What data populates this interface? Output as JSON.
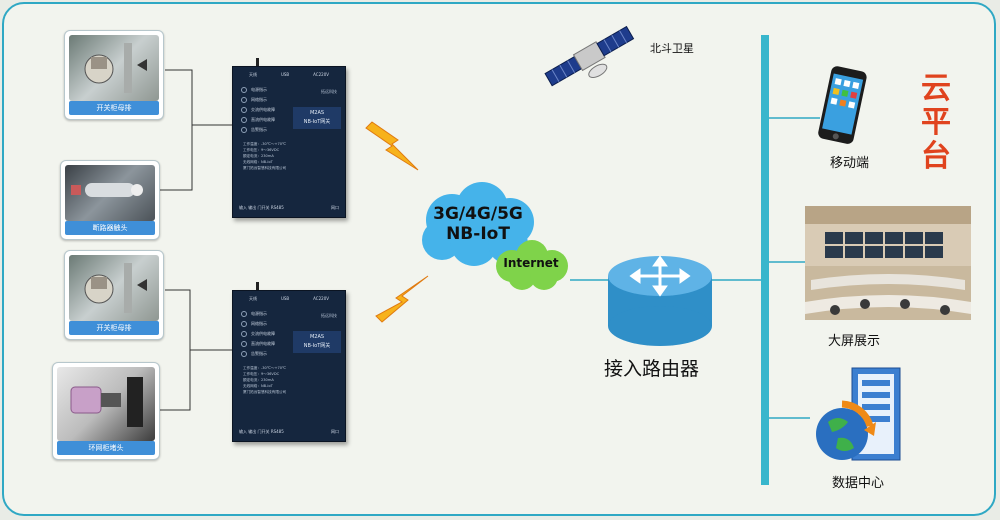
{
  "cards": [
    {
      "caption": "开关柜母排"
    },
    {
      "caption": "断路器触头"
    },
    {
      "caption": "开关柜母排"
    },
    {
      "caption": "环网柜堵头"
    }
  ],
  "devices": [
    {
      "top_labels": [
        "天线",
        "USB",
        "AC220V"
      ],
      "leds": [
        "电源指示",
        "网络指示",
        "交流供电故障",
        "直流供电故障",
        "告警指示"
      ],
      "brand": "拓远科技",
      "model_line1": "M2AS",
      "model_line2": "NB-IoT网关",
      "specs": [
        "工作温度：-30℃～+70℃",
        "工作电压：9～36VDC",
        "额定电流：230mA",
        "无线网络：NB-IoT",
        "厦门拓远智慧科技有限公司"
      ],
      "bottom_left": "输入  输出  门开关 RS485",
      "bottom_right": "网口"
    },
    {
      "top_labels": [
        "天线",
        "USB",
        "AC220V"
      ],
      "leds": [
        "电源指示",
        "网络指示",
        "交流供电故障",
        "直流供电故障",
        "告警指示"
      ],
      "brand": "拓远科技",
      "model_line1": "M2AS",
      "model_line2": "NB-IoT网关",
      "specs": [
        "工作温度：-30℃～+70℃",
        "工作电压：9～36VDC",
        "额定电流：230mA",
        "无线网络：NB-IoT",
        "厦门拓远智慧科技有限公司"
      ],
      "bottom_left": "输入  输出  门开关 RS485",
      "bottom_right": "网口"
    }
  ],
  "satellite_label": "北斗卫星",
  "cloud_main": {
    "line1": "3G/4G/5G",
    "line2": "NB-IoT"
  },
  "cloud_internet": "Internet",
  "router_label": "接入路由器",
  "cloud_platform": "云平台",
  "mobile_label": "移动端",
  "display_label": "大屏展示",
  "datacenter_label": "数据中心",
  "colors": {
    "bus": "#38b6cc",
    "frame": "#2fa8c4",
    "caption_bg": "#3f8fd8",
    "cloud_green": "#7fd34a",
    "cloud_blue": "#45b3ea",
    "platform_red": "#e0431e",
    "router": "#2f8fc8"
  }
}
